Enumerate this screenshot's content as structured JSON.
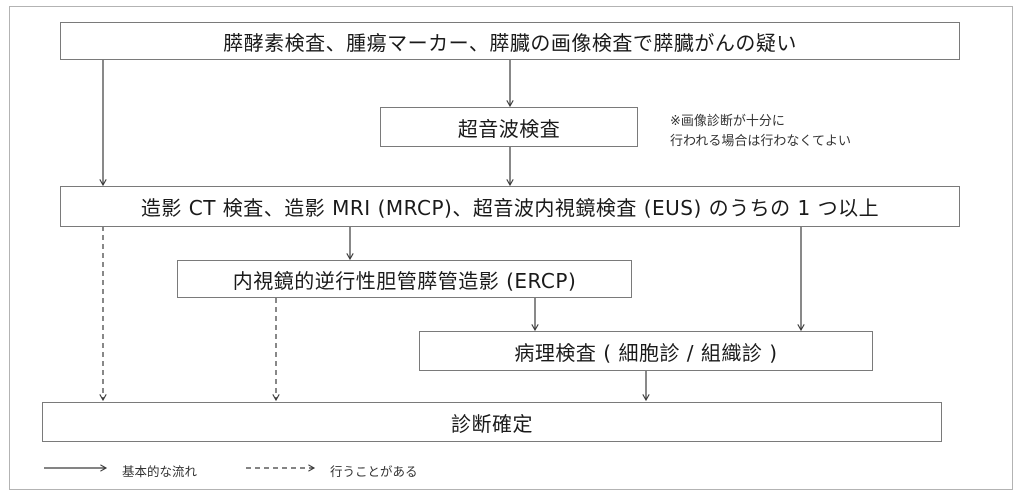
{
  "diagram": {
    "boxes": {
      "initial": "膵酵素検査、腫瘍マーカー、膵臓の画像検査で膵臓がんの疑い",
      "ultrasound": "超音波検査",
      "imaging": "造影 CT 検査、造影 MRI (MRCP)、超音波内視鏡検査 (EUS) のうちの 1 つ以上",
      "ercp": "内視鏡的逆行性胆管膵管造影 (ERCP)",
      "pathology": "病理検査 ( 細胞診 / 組織診 )",
      "diagnosis": "診断確定"
    },
    "note": [
      "※画像診断が十分に",
      "行われる場合は行わなくてよい"
    ],
    "legend": {
      "solid": "基本的な流れ",
      "dashed": "行うことがある"
    }
  },
  "colors": {
    "line": "#3a3a3a",
    "box_border": "#7a7a7a",
    "frame_border": "#b3b3b3"
  }
}
